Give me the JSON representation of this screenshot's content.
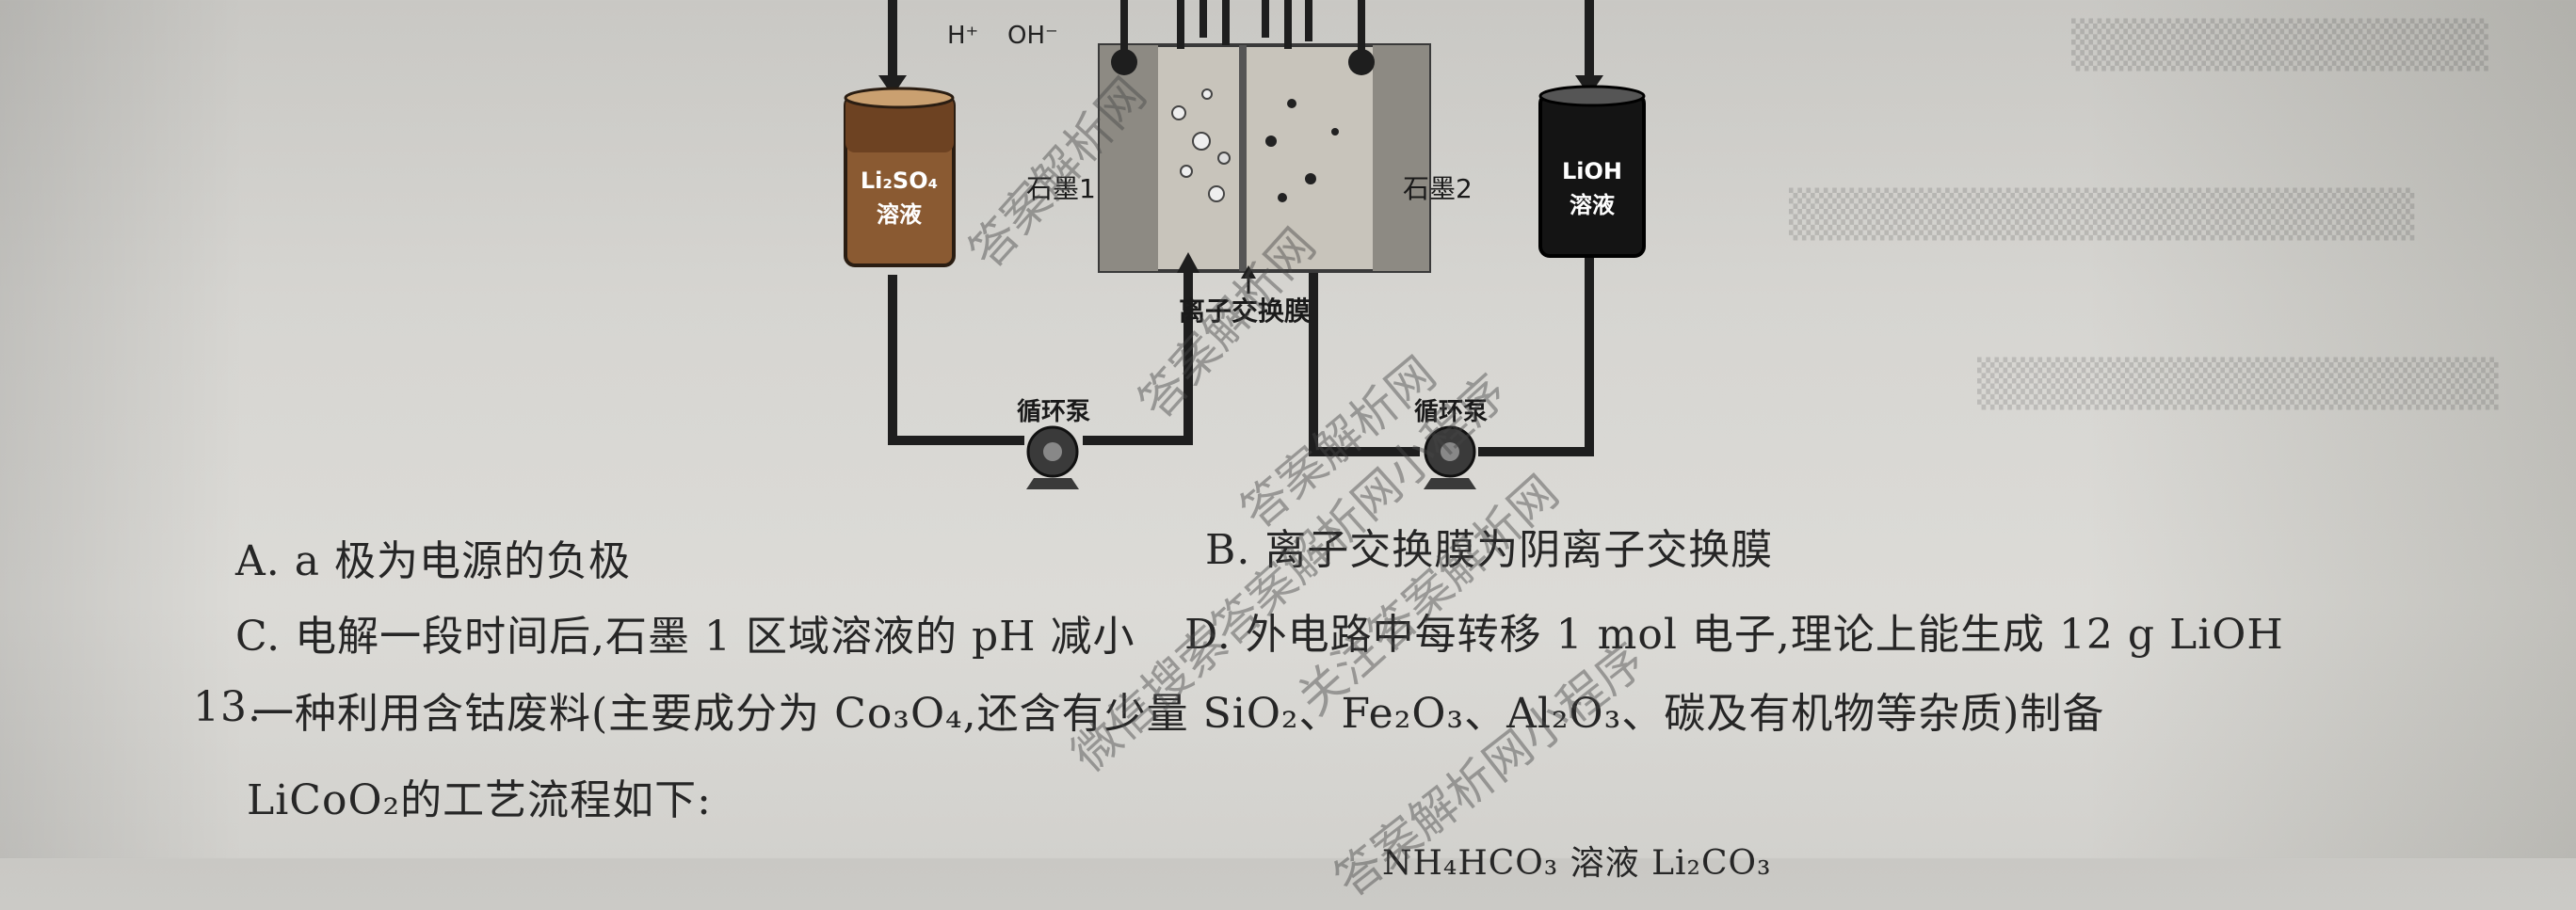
{
  "diagram": {
    "ions": [
      "H⁺",
      "OH⁻"
    ],
    "left_tank": [
      "Li₂SO₄",
      "溶液"
    ],
    "right_tank": [
      "LiOH",
      "溶液"
    ],
    "electrode_1": "石墨1",
    "electrode_2": "石墨2",
    "membrane_label": "离子交换膜",
    "pump_left": "循环泵",
    "pump_right": "循环泵"
  },
  "options": {
    "A": "A. a 极为电源的负极",
    "B": "B. 离子交换膜为阴离子交换膜",
    "C": "C. 电解一段时间后,石墨 1 区域溶液的 pH 减小",
    "D": "D. 外电路中每转移 1 mol 电子,理论上能生成 12 g LiOH"
  },
  "question13": {
    "number": "13.",
    "line1": "一种利用含钴废料(主要成分为 Co₃O₄,还含有少量 SiO₂、Fe₂O₃、Al₂O₃、碳及有机物等杂质)制备",
    "line2": "LiCoO₂的工艺流程如下:",
    "partial_bottom": "NH₄HCO₃ 溶液          Li₂CO₃"
  },
  "watermarks": [
    "答案解析网",
    "答案解析网",
    "答案解析网",
    "关注答案解析网",
    "微信搜索答案解析网小程序",
    "答案解析网小程序"
  ]
}
